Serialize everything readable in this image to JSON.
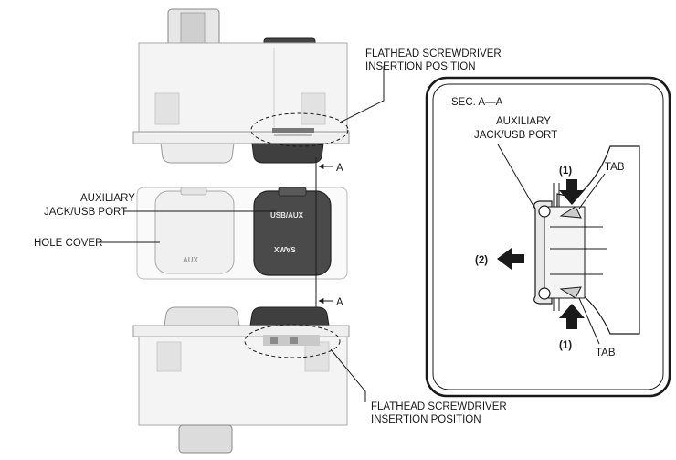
{
  "labels": {
    "top_callout_line1": "FLATHEAD SCREWDRIVER",
    "top_callout_line2": "INSERTION POSITION",
    "bottom_callout_line1": "FLATHEAD SCREWDRIVER",
    "bottom_callout_line2": "INSERTION POSITION",
    "section_marker_top": "A",
    "section_marker_bottom": "A",
    "port_label_line1": "AUXILIARY",
    "port_label_line2": "JACK/USB PORT",
    "hole_cover": "HOLE COVER"
  },
  "port_markings": {
    "usb_aux": "USB/AUX",
    "right_lower": "XW∀S",
    "left_lower": "AUX"
  },
  "section": {
    "title": "SEC. A—A",
    "port_label_line1": "AUXILIARY",
    "port_label_line2": "JACK/USB PORT",
    "tab_top": "TAB",
    "tab_bottom": "TAB",
    "step1_top": "(1)",
    "step1_bottom": "(1)",
    "step2": "(2)"
  },
  "colors": {
    "line": "#1a1a1a",
    "housing": "#f4f4f4",
    "shade": "#d8d8d8",
    "dark_part": "#3a3a3a",
    "cover_light": "#f0f0f0",
    "cover_dark": "#4a4a4a"
  }
}
